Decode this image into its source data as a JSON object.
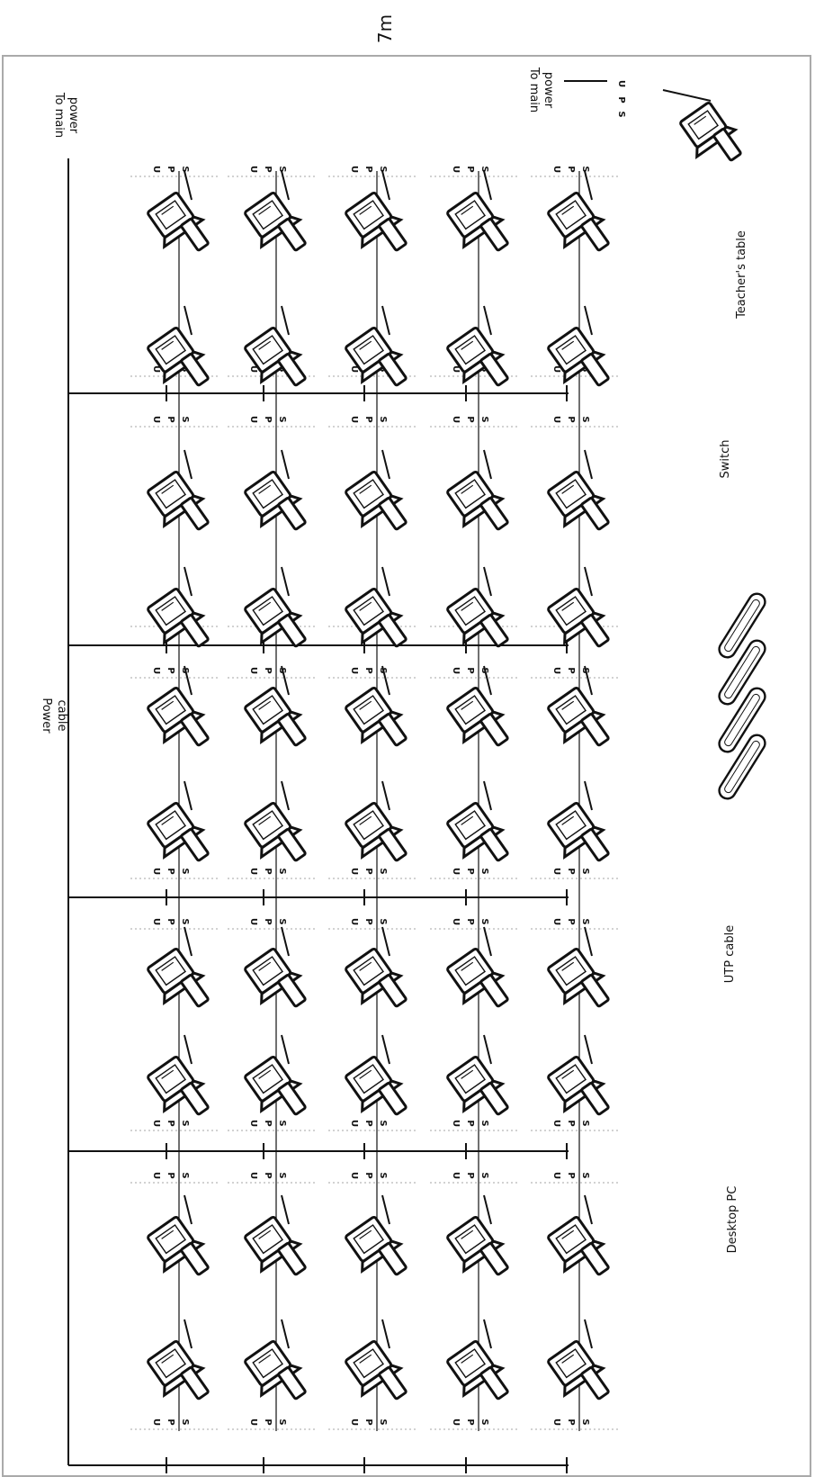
{
  "scale_label": "7m",
  "labels": {
    "power_cable_line1": "Power",
    "power_cable_line2": "cable",
    "to_main_power_line1": "To main",
    "to_main_power_line2": "power",
    "teacher_to_main_power_line1": "To main",
    "teacher_to_main_power_line2": "power",
    "teachers_table": "Teacher's table",
    "switch": "Switch",
    "utp_cable": "UTP cable",
    "desktop_pc": "Desktop PC"
  },
  "ups_letters": [
    "U",
    "P",
    "S"
  ],
  "layout": {
    "table_rows": 5,
    "computers_per_row": 10,
    "switch_count": 4
  },
  "icons": {
    "desktop_pc": "desktop-pc-icon",
    "switch": "network-switch-icon",
    "ups": "ups-label"
  }
}
